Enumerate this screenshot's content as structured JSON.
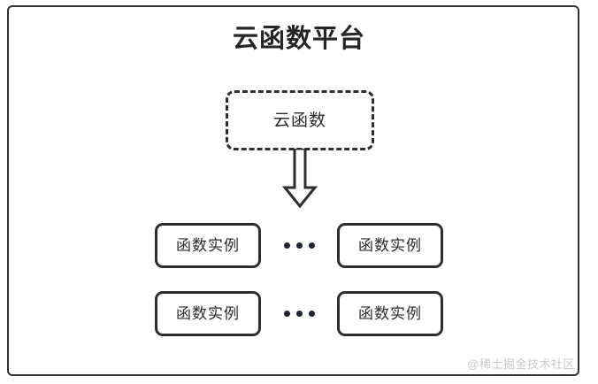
{
  "diagram": {
    "title": "云函数平台",
    "cloud_function": {
      "label": "云函数",
      "border_style": "dashed"
    },
    "arrow": {
      "icon": "down-block-arrow",
      "direction": "down"
    },
    "instance_rows": [
      {
        "left_box_label": "函数实例",
        "ellipsis": "•••",
        "right_box_label": "函数实例"
      },
      {
        "left_box_label": "函数实例",
        "ellipsis": "•••",
        "right_box_label": "函数实例"
      }
    ],
    "watermark": "@稀土掘金技术社区",
    "colors": {
      "stroke": "#2e2e2e",
      "frame": "#333333",
      "text": "#2b2b2b",
      "title_text": "#262626",
      "dot": "#1f2430",
      "watermark": "#c9c9c9",
      "background": "#ffffff"
    }
  }
}
